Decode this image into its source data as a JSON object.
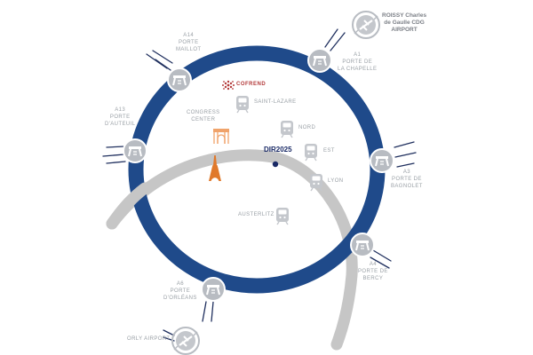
{
  "colors": {
    "ring": "#1f4a8a",
    "river": "#c6c6c6",
    "gate_icon_bg": "#b8bcc2",
    "station_icon_bg": "#c4c7cc",
    "label": "#9aa0a6",
    "center": "#1a2a66",
    "eiffel": "#e0792b",
    "arc": "#f0a36b",
    "cofrend": "#b33a3a"
  },
  "airports": {
    "roissy": {
      "lines": [
        "ROISSY Charles",
        "de Gaulle CDG",
        "AIRPORT"
      ],
      "icon": "airplane-icon"
    },
    "orly": {
      "label": "ORLY AIRPORT",
      "icon": "airplane-icon"
    }
  },
  "gates": {
    "a14": {
      "lines": [
        "A14",
        "PORTE",
        "MAILLOT"
      ],
      "icon": "highway-icon"
    },
    "a1": {
      "lines": [
        "A1",
        "PORTE DE",
        "LA CHAPELLE"
      ],
      "icon": "highway-icon"
    },
    "a13": {
      "lines": [
        "A13",
        "PORTE",
        "D'AUTEUIL"
      ],
      "icon": "highway-icon"
    },
    "a3": {
      "lines": [
        "A3",
        "PORTE DE",
        "BAGNOLET"
      ],
      "icon": "highway-icon"
    },
    "a4": {
      "lines": [
        "A4",
        "PORTE DE",
        "BERCY"
      ],
      "icon": "highway-icon"
    },
    "a6": {
      "lines": [
        "A6",
        "PORTE",
        "D'ORLÉANS"
      ],
      "icon": "highway-icon"
    }
  },
  "stations": {
    "saint_lazare": "SAINT-LAZARE",
    "nord": "NORD",
    "est": "EST",
    "lyon": "LYON",
    "austerlitz": "AUSTERLITZ"
  },
  "places": {
    "cofrend": "COFREND",
    "congress": [
      "CONGRESS",
      "CENTER"
    ],
    "center": "DIR2025"
  }
}
